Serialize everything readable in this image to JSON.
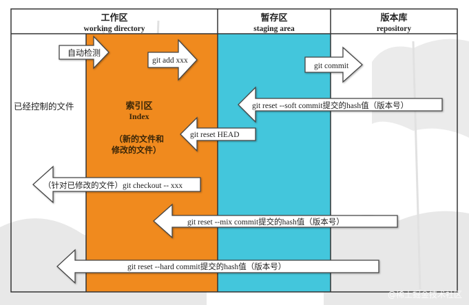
{
  "columns": {
    "working": {
      "title": "工作区",
      "subtitle": "working directory"
    },
    "staging": {
      "title": "暂存区",
      "subtitle": "staging area"
    },
    "repository": {
      "title": "版本库",
      "subtitle": "repository"
    }
  },
  "labels": {
    "tracked_files": "已经控制的文件",
    "auto_detect": "自动检测",
    "index_cn": "索引区",
    "index_en": "Index",
    "new_files_line1": "（新的文件和",
    "new_files_line2": "修改的文件）"
  },
  "arrows": {
    "git_add": "git add xxx",
    "git_commit": "git commit",
    "reset_soft": "git reset --soft commit提交的hash值（版本号）",
    "reset_head": "git reset HEAD",
    "checkout": "（针对已修改的文件）git checkout -- xxx",
    "reset_mix": "git reset --mix commit提交的hash值（版本号）",
    "reset_hard": "git reset --hard commit提交的hash值（版本号）"
  },
  "watermark": "@稀土掘金技术社区",
  "colors": {
    "working_fill": "#f08a1e",
    "staging_fill": "#43c6dc",
    "border": "#333333",
    "arrow_fill": "#ffffff",
    "arrow_stroke": "#444444"
  }
}
